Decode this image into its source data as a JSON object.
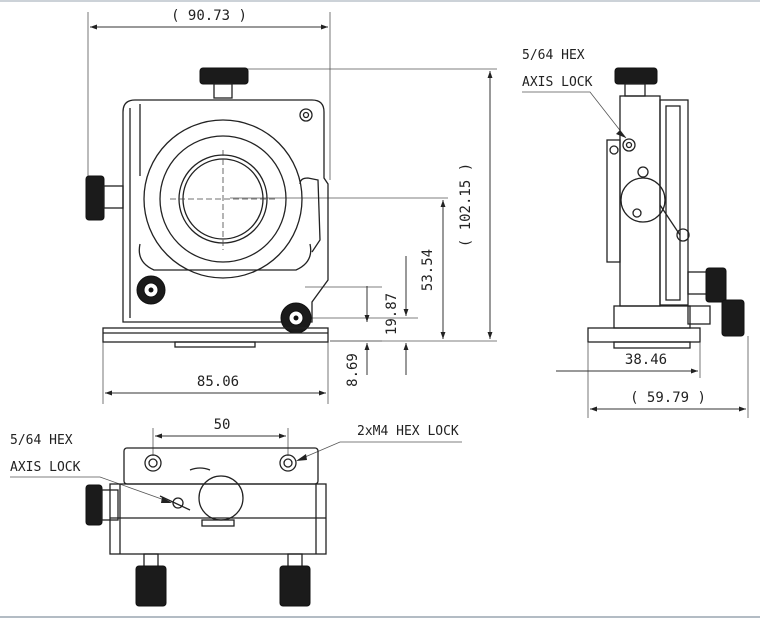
{
  "front_view": {
    "overall_width": "( 90.73 )",
    "overall_height": "( 102.15 )",
    "center_height": "53.54",
    "lock_height": "19.87",
    "base_thickness": "8.69",
    "base_width": "85.06"
  },
  "side_view": {
    "axis_lock_line1": "5/64 HEX",
    "axis_lock_line2": "AXIS LOCK",
    "base_depth": "38.46",
    "overall_depth": "( 59.79 )"
  },
  "top_view": {
    "hole_spacing": "50",
    "axis_lock_line1": "5/64 HEX",
    "axis_lock_line2": "AXIS LOCK",
    "hex_lock": "2xM4 HEX LOCK"
  },
  "colors": {
    "line": "#222222",
    "background": "#ffffff",
    "border": "#9aa5b1"
  }
}
